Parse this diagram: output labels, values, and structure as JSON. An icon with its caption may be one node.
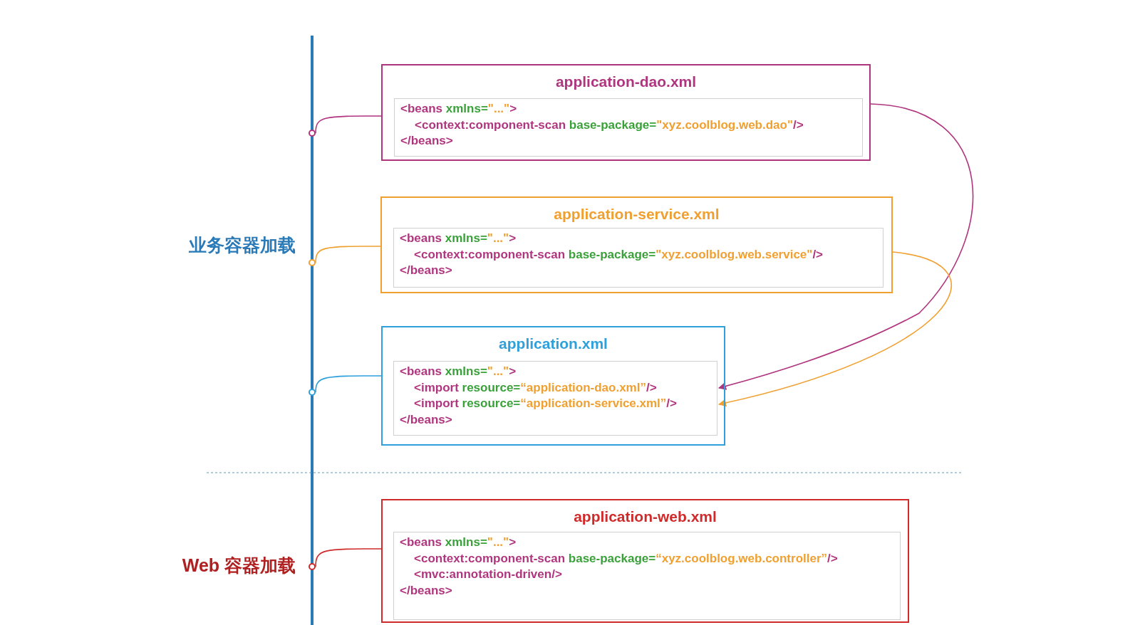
{
  "diagram": {
    "nodes": [
      {
        "text": [
          "application-dao.xml"
        ]
      },
      {
        "text": [
          "<beans xmlns=\"...\">",
          "<context:component-scan base-package=\"xyz.coolblog.web.dao\"/>",
          "</beans>"
        ],
        "in": 0
      },
      {
        "text": [
          "application-service.xml"
        ]
      },
      {
        "text": [
          "<beans xmlns=\"...\">",
          "<context:component-scan base-package=\"xyz.coolblog.web.service\"/>",
          "</beans>"
        ],
        "in": 2
      },
      {
        "text": [
          "application.xml"
        ]
      },
      {
        "text": [
          "<beans xmlns=\"...\">",
          "<import resource=“application-dao.xml”/>",
          "<import resource=“application-service.xml”/>",
          "</beans>"
        ],
        "in": 4
      },
      {
        "text": [
          "application-web.xml"
        ]
      },
      {
        "text": [
          "<beans xmlns=\"...\">",
          "<context:component-scan base-package=“xyz.coolblog.web.controller”/>",
          "<mvc:annotation-driven/>",
          "</beans>"
        ],
        "in": 6
      },
      {
        "text": [],
        "shape": "circle"
      },
      {
        "text": [],
        "shape": "circle"
      },
      {
        "text": [],
        "shape": "circle"
      },
      {
        "text": [],
        "shape": "circle"
      }
    ],
    "edges": [
      {
        "from": 8,
        "to": 0,
        "arrow": "none",
        "color": "#b0357f"
      },
      {
        "from": 9,
        "to": 2,
        "arrow": "none",
        "color": "#f0a030"
      },
      {
        "from": 10,
        "to": 4,
        "arrow": "none",
        "color": "#2ea0dc"
      },
      {
        "from": 11,
        "to": 6,
        "arrow": "none",
        "color": "#d02a2a"
      },
      {
        "from": 0,
        "to": 5,
        "arrow": "to",
        "color": "#b0357f"
      },
      {
        "from": 2,
        "to": 5,
        "arrow": "to",
        "color": "#f0a030"
      }
    ],
    "labels": [
      "业务容器加载",
      "Web 容器加载"
    ]
  }
}
